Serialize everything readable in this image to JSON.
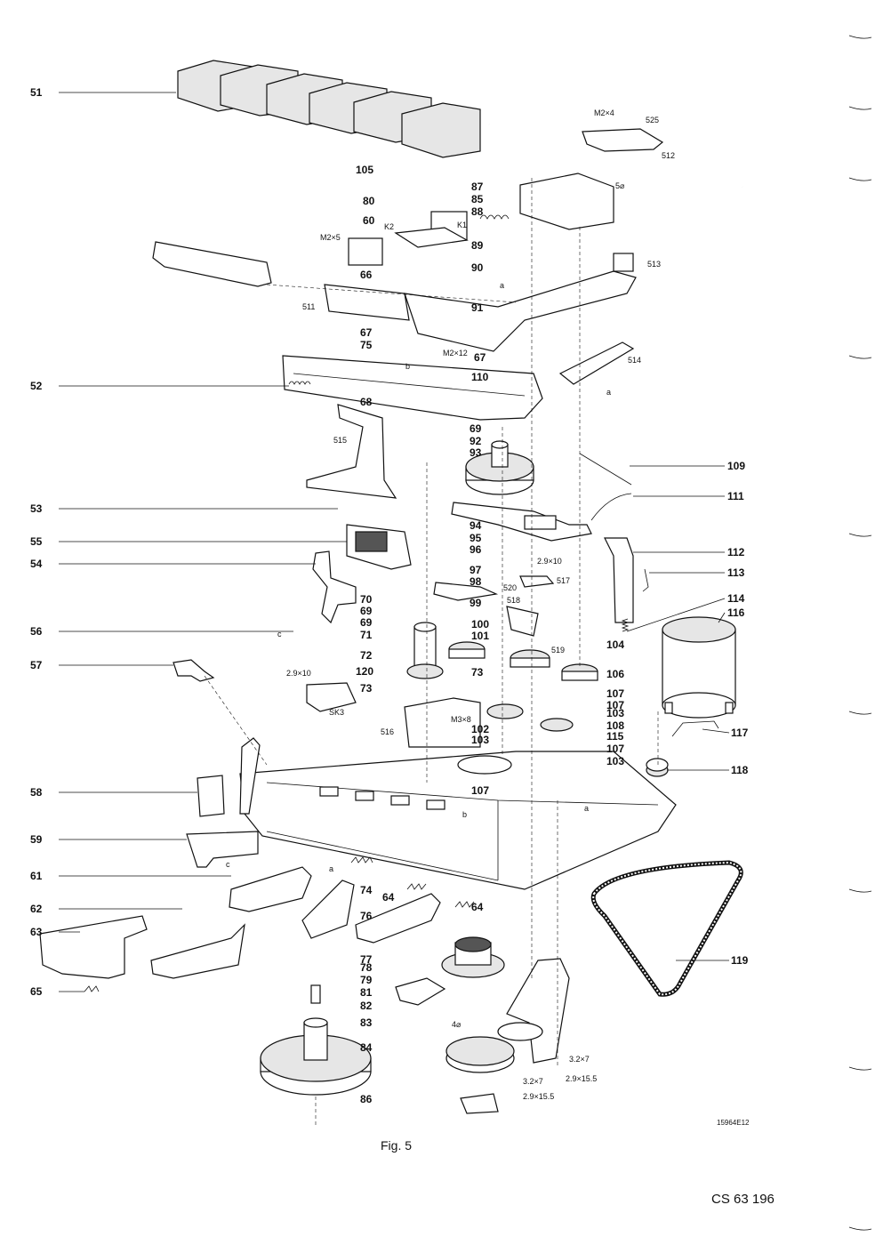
{
  "figure": {
    "caption": "Fig. 5",
    "document_number": "CS 63 196",
    "reference_code": "15964E12"
  },
  "callouts_left": [
    "51",
    "52",
    "53",
    "55",
    "54",
    "56",
    "57",
    "58",
    "59",
    "61",
    "62",
    "63",
    "65"
  ],
  "callouts_right": [
    "109",
    "111",
    "112",
    "113",
    "114",
    "116",
    "117",
    "118",
    "119"
  ],
  "callouts_inline": [
    "105",
    "80",
    "87",
    "85",
    "88",
    "60",
    "89",
    "90",
    "66",
    "91",
    "67",
    "75",
    "110",
    "67",
    "68",
    "69",
    "92",
    "93",
    "94",
    "95",
    "96",
    "97",
    "98",
    "99",
    "70",
    "69",
    "69",
    "71",
    "72",
    "73",
    "100",
    "101",
    "73",
    "106",
    "104",
    "107",
    "107",
    "103",
    "108",
    "115",
    "107",
    "103",
    "102",
    "103",
    "107",
    "120",
    "74",
    "64",
    "64",
    "76",
    "77",
    "78",
    "79",
    "81",
    "82",
    "83",
    "84",
    "86"
  ],
  "labels_small": [
    "M2×4",
    "525",
    "512",
    "5⌀",
    "K1",
    "K2",
    "M2×5",
    "513",
    "511",
    "a",
    "M2×12",
    "514",
    "a",
    "b",
    "515",
    "2.9×10",
    "517",
    "520",
    "518",
    "519",
    "2.9×10",
    "SK3",
    "M3×8",
    "516",
    "c",
    "a",
    "a",
    "b",
    "c",
    "4⌀",
    "3.2×7",
    "2.9×15.5",
    "3.2×7",
    "2.9×15.5"
  ]
}
